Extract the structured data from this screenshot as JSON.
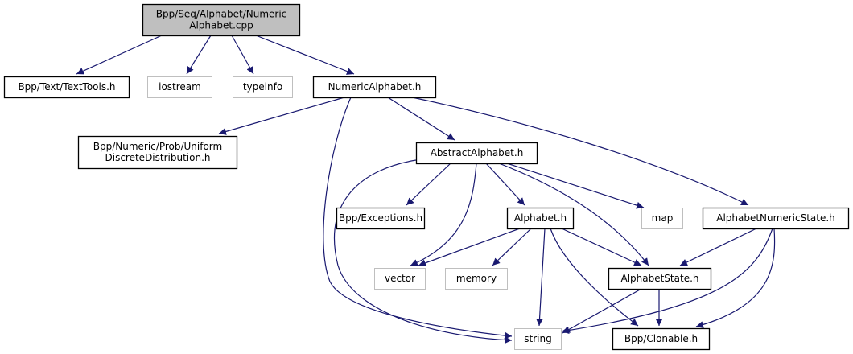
{
  "diagram": {
    "type": "include-dependency-graph",
    "colors": {
      "edge": "#191970",
      "root_fill": "#bfbfbf",
      "node_border": "#000000",
      "external_border": "#bfbfbf",
      "background": "#ffffff"
    },
    "nodes": [
      {
        "id": "root",
        "lines": [
          "Bpp/Seq/Alphabet/Numeric",
          "Alphabet.cpp"
        ],
        "kind": "root"
      },
      {
        "id": "texttools",
        "lines": [
          "Bpp/Text/TextTools.h"
        ],
        "kind": "internal"
      },
      {
        "id": "iostream",
        "lines": [
          "iostream"
        ],
        "kind": "external"
      },
      {
        "id": "typeinfo",
        "lines": [
          "typeinfo"
        ],
        "kind": "external"
      },
      {
        "id": "numericalphabet",
        "lines": [
          "NumericAlphabet.h"
        ],
        "kind": "internal"
      },
      {
        "id": "uniform",
        "lines": [
          "Bpp/Numeric/Prob/Uniform",
          "DiscreteDistribution.h"
        ],
        "kind": "internal"
      },
      {
        "id": "abstractalphabet",
        "lines": [
          "AbstractAlphabet.h"
        ],
        "kind": "internal"
      },
      {
        "id": "exceptions",
        "lines": [
          "Bpp/Exceptions.h"
        ],
        "kind": "internal"
      },
      {
        "id": "alphabet",
        "lines": [
          "Alphabet.h"
        ],
        "kind": "internal"
      },
      {
        "id": "map",
        "lines": [
          "map"
        ],
        "kind": "external"
      },
      {
        "id": "alphabetnumericstate",
        "lines": [
          "AlphabetNumericState.h"
        ],
        "kind": "internal"
      },
      {
        "id": "vector",
        "lines": [
          "vector"
        ],
        "kind": "external"
      },
      {
        "id": "memory",
        "lines": [
          "memory"
        ],
        "kind": "external"
      },
      {
        "id": "alphabetstate",
        "lines": [
          "AlphabetState.h"
        ],
        "kind": "internal"
      },
      {
        "id": "string",
        "lines": [
          "string"
        ],
        "kind": "external"
      },
      {
        "id": "clonable",
        "lines": [
          "Bpp/Clonable.h"
        ],
        "kind": "internal"
      }
    ],
    "edges": [
      {
        "from": "root",
        "to": "texttools"
      },
      {
        "from": "root",
        "to": "iostream"
      },
      {
        "from": "root",
        "to": "typeinfo"
      },
      {
        "from": "root",
        "to": "numericalphabet"
      },
      {
        "from": "numericalphabet",
        "to": "uniform"
      },
      {
        "from": "numericalphabet",
        "to": "abstractalphabet"
      },
      {
        "from": "numericalphabet",
        "to": "string"
      },
      {
        "from": "numericalphabet",
        "to": "alphabetnumericstate"
      },
      {
        "from": "abstractalphabet",
        "to": "exceptions"
      },
      {
        "from": "abstractalphabet",
        "to": "alphabet"
      },
      {
        "from": "abstractalphabet",
        "to": "map"
      },
      {
        "from": "abstractalphabet",
        "to": "vector"
      },
      {
        "from": "abstractalphabet",
        "to": "string"
      },
      {
        "from": "abstractalphabet",
        "to": "alphabetstate"
      },
      {
        "from": "alphabet",
        "to": "vector"
      },
      {
        "from": "alphabet",
        "to": "memory"
      },
      {
        "from": "alphabet",
        "to": "string"
      },
      {
        "from": "alphabet",
        "to": "alphabetstate"
      },
      {
        "from": "alphabet",
        "to": "clonable"
      },
      {
        "from": "alphabetnumericstate",
        "to": "alphabetstate"
      },
      {
        "from": "alphabetnumericstate",
        "to": "string"
      },
      {
        "from": "alphabetnumericstate",
        "to": "clonable"
      },
      {
        "from": "alphabetstate",
        "to": "string"
      },
      {
        "from": "alphabetstate",
        "to": "clonable"
      }
    ]
  }
}
